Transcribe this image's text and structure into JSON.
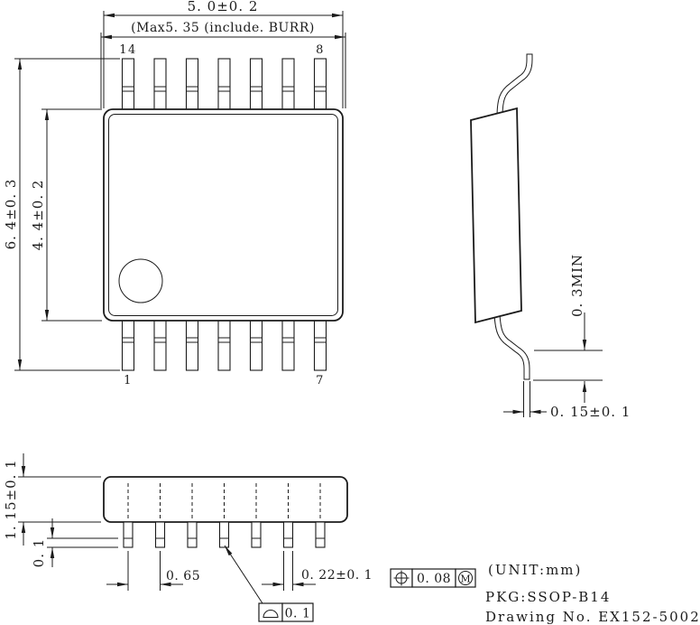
{
  "drawing": {
    "top_view": {
      "dim_width": "5. 0±0. 2",
      "dim_width_max": "(Max5. 35 (include. BURR)",
      "dim_total_height": "6. 4±0. 3",
      "dim_body_height": "4. 4±0. 2",
      "pin_label_top_left": "14",
      "pin_label_top_right": "8",
      "pin_label_bottom_left": "1",
      "pin_label_bottom_right": "7"
    },
    "side_view": {
      "dim_standoff": "0. 3MIN",
      "dim_lead_thickness": "0. 15±0. 1"
    },
    "front_view": {
      "dim_height": "1. 15±0. 1",
      "dim_standoff": "0. 1",
      "dim_pitch": "0. 65",
      "dim_lead_width": "0. 22±0. 1",
      "position_tolerance": "0. 08",
      "position_modifier": "M",
      "seating_tolerance": "0. 1"
    },
    "notes": {
      "unit": "(UNIT:mm)",
      "package": "PKG:SSOP-B14",
      "drawing_no": "Drawing No. EX152-5002"
    },
    "colors": {
      "line": "#1b1b1b",
      "background": "#ffffff"
    }
  }
}
